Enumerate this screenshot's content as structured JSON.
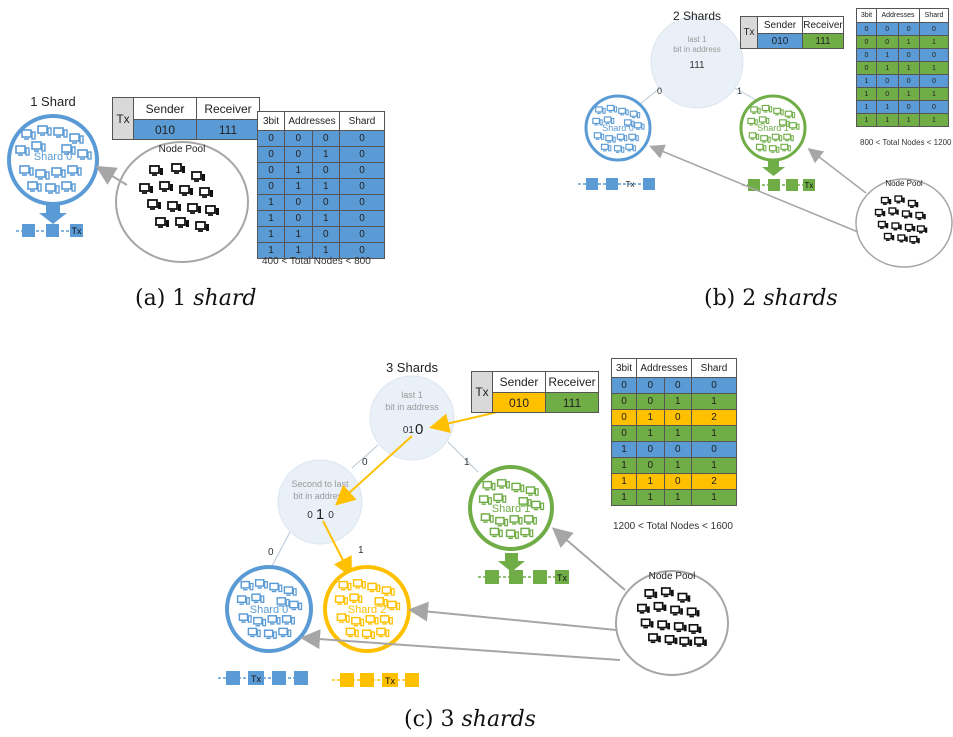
{
  "colors": {
    "blue": "#5b9bd5",
    "green": "#70ad47",
    "yellow": "#ffc000",
    "grey": "#a6a6a6",
    "bubble": "#e9f0f7"
  },
  "panel_a": {
    "title": "1 Shard",
    "shard_label": "Shard 0",
    "pool_label": "Node Pool",
    "tx_header": "Tx",
    "sender_header": "Sender",
    "receiver_header": "Receiver",
    "sender": "010",
    "receiver": "111",
    "chain_tx": "Tx",
    "table_headers": [
      "3bit",
      "Addresses",
      "Shard"
    ],
    "rows": [
      [
        "0",
        "0",
        "0",
        "0"
      ],
      [
        "0",
        "0",
        "1",
        "0"
      ],
      [
        "0",
        "1",
        "0",
        "0"
      ],
      [
        "0",
        "1",
        "1",
        "0"
      ],
      [
        "1",
        "0",
        "0",
        "0"
      ],
      [
        "1",
        "0",
        "1",
        "0"
      ],
      [
        "1",
        "1",
        "0",
        "0"
      ],
      [
        "1",
        "1",
        "1",
        "0"
      ]
    ],
    "row_colors": [
      "blue",
      "blue",
      "blue",
      "blue",
      "blue",
      "blue",
      "blue",
      "blue"
    ],
    "range": "400 < Total Nodes < 800",
    "caption_prefix": "(a) 1 ",
    "caption_em": "shard"
  },
  "panel_b": {
    "title": "2 Shards",
    "bubble_line1": "last 1",
    "bubble_line2": "bit in address",
    "bubble_bits": "111",
    "edge_left": "0",
    "edge_right": "1",
    "shard0": "Shard 0",
    "shard1": "Shard 1",
    "pool_label": "Node Pool",
    "tx_header": "Tx",
    "sender_header": "Sender",
    "receiver_header": "Receiver",
    "sender": "010",
    "receiver": "111",
    "chain_tx": "Tx",
    "table_headers": [
      "3bit",
      "Addresses",
      "Shard"
    ],
    "rows": [
      [
        "0",
        "0",
        "0",
        "0"
      ],
      [
        "0",
        "0",
        "1",
        "1"
      ],
      [
        "0",
        "1",
        "0",
        "0"
      ],
      [
        "0",
        "1",
        "1",
        "1"
      ],
      [
        "1",
        "0",
        "0",
        "0"
      ],
      [
        "1",
        "0",
        "1",
        "1"
      ],
      [
        "1",
        "1",
        "0",
        "0"
      ],
      [
        "1",
        "1",
        "1",
        "1"
      ]
    ],
    "row_colors": [
      "blue",
      "green",
      "blue",
      "green",
      "blue",
      "green",
      "blue",
      "green"
    ],
    "range": "800 < Total Nodes < 1200",
    "caption_prefix": "(b) 2 ",
    "caption_em": "shards"
  },
  "panel_c": {
    "title": "3 Shards",
    "bubble1_line1": "last 1",
    "bubble1_line2": "bit in address",
    "bubble1_prefix": "01",
    "bubble1_bit": "0",
    "bubble2_line1": "Second to last",
    "bubble2_line2": "bit in address",
    "bubble2_pre": "0",
    "bubble2_bit": "1",
    "bubble2_post": "0",
    "edge_a0": "0",
    "edge_a1": "1",
    "edge_b0": "0",
    "edge_b1": "1",
    "shard0": "Shard 0",
    "shard1": "Shard 1",
    "shard2": "Shard 2",
    "pool_label": "Node Pool",
    "tx_header": "Tx",
    "sender_header": "Sender",
    "receiver_header": "Receiver",
    "sender": "010",
    "receiver": "111",
    "chain_tx": "Tx",
    "table_headers": [
      "3bit",
      "Addresses",
      "Shard"
    ],
    "rows": [
      [
        "0",
        "0",
        "0",
        "0"
      ],
      [
        "0",
        "0",
        "1",
        "1"
      ],
      [
        "0",
        "1",
        "0",
        "2"
      ],
      [
        "0",
        "1",
        "1",
        "1"
      ],
      [
        "1",
        "0",
        "0",
        "0"
      ],
      [
        "1",
        "0",
        "1",
        "1"
      ],
      [
        "1",
        "1",
        "0",
        "2"
      ],
      [
        "1",
        "1",
        "1",
        "1"
      ]
    ],
    "row_colors": [
      "blue",
      "green",
      "yellow",
      "green",
      "blue",
      "green",
      "yellow",
      "green"
    ],
    "range": "1200 < Total Nodes < 1600",
    "caption_prefix": "(c) 3 ",
    "caption_em": "shards"
  }
}
